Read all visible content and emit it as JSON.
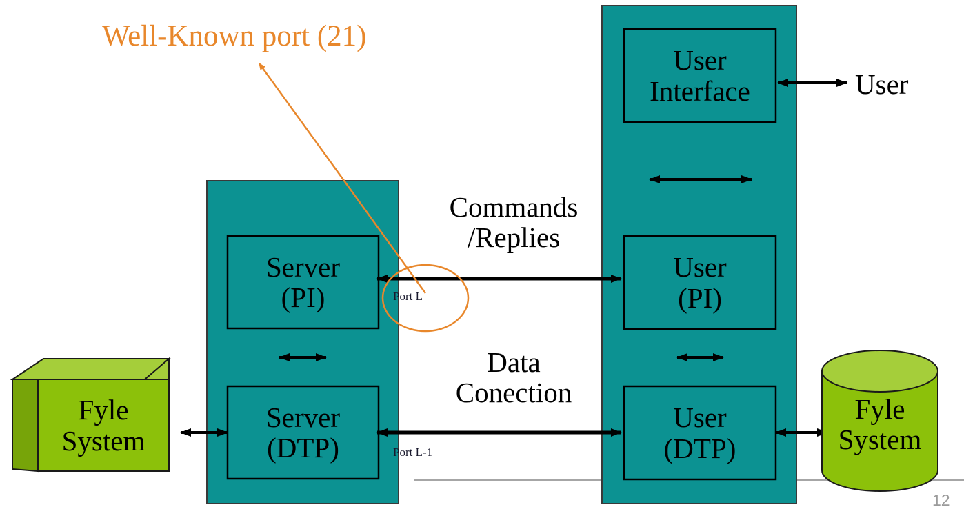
{
  "slide": {
    "page_number": "12",
    "background_color": "#FFFFFF"
  },
  "colors": {
    "teal_fill": "#0C9292",
    "teal_border": "#0A6B6B",
    "green_front": "#8CC10A",
    "green_top": "#A5CE3A",
    "green_side": "#77A409",
    "orange": "#E8872B",
    "arrow_black": "#000000",
    "line_gray": "#A6A6A6",
    "page_number_gray": "#9B9B9B"
  },
  "annotation": {
    "title": "Well-Known port (21)",
    "callout_target": "Port L"
  },
  "server_side": {
    "container_name": "server-column",
    "boxes": [
      {
        "line1": "Server",
        "line2": "(PI)"
      },
      {
        "line1": "Server",
        "line2": "(DTP)"
      }
    ],
    "storage": {
      "line1": "Fyle",
      "line2": "System",
      "shape": "cube"
    },
    "port_labels": [
      {
        "text": "Port L"
      },
      {
        "text": "Port L-1"
      }
    ]
  },
  "user_side": {
    "container_name": "user-column",
    "boxes": [
      {
        "line1": "User",
        "line2": "Interface"
      },
      {
        "line1": "User",
        "line2": "(PI)"
      },
      {
        "line1": "User",
        "line2": "(DTP)"
      }
    ],
    "storage": {
      "line1": "Fyle",
      "line2": "System",
      "shape": "cylinder"
    },
    "actor_label": "User"
  },
  "connections": [
    {
      "line1": "Commands",
      "line2": "/Replies"
    },
    {
      "line1": "Data",
      "line2": "Conection"
    }
  ]
}
